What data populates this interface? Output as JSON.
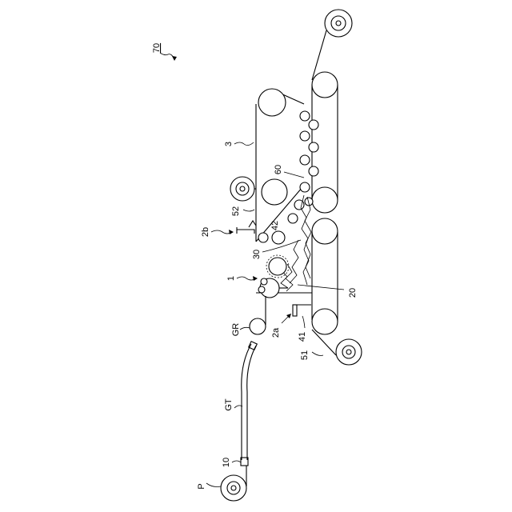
{
  "labels": {
    "fig_ref": "70",
    "unit_3": "3",
    "ref_60": "60",
    "ref_52": "52",
    "ref_42": "42",
    "ref_2b": "2b",
    "ref_30": "30",
    "ref_1": "1",
    "ref_20": "20",
    "ref_GR": "GR",
    "ref_2a": "2a",
    "ref_41": "41",
    "ref_51": "51",
    "ref_GT": "GT",
    "ref_10": "10",
    "ref_P": "P"
  }
}
